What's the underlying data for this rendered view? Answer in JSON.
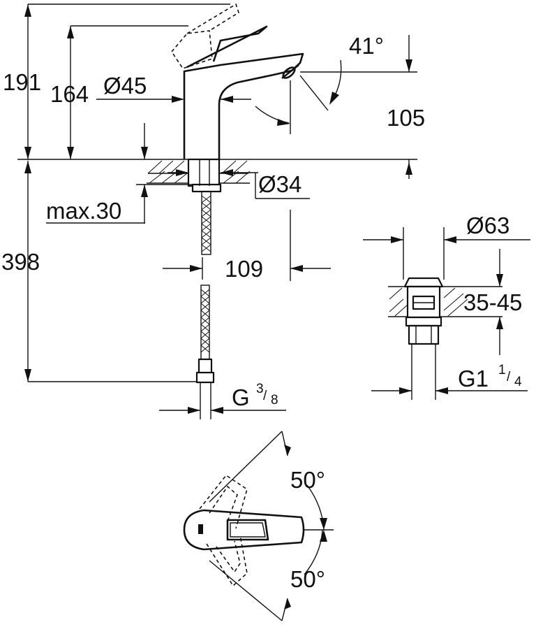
{
  "diagram": {
    "faucet": {
      "total_height": "191",
      "spout_height": "164",
      "body_diameter": "Ø45",
      "lever_angle": "41°",
      "spout_reach": "105",
      "shank_diameter": "Ø34",
      "max_deck_thickness": "max.30",
      "hose_length": "398",
      "hose_offset": "109",
      "connection_thread_base": "G",
      "connection_thread_num": "3",
      "connection_thread_den": "8"
    },
    "waste": {
      "diameter": "Ø63",
      "thickness_range": "35-45",
      "thread_base": "G1",
      "thread_num": "1",
      "thread_den": "4"
    },
    "lever": {
      "rotation_left": "50°",
      "rotation_right": "50°"
    }
  }
}
